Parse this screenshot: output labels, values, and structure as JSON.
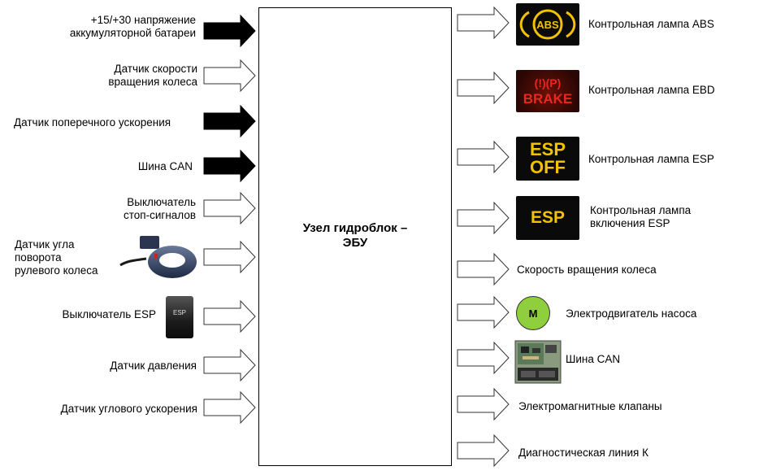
{
  "inputs": [
    {
      "label": "+15/+30 напряжение\nаккумуляторной батареи",
      "arrow": "filled"
    },
    {
      "label": "Датчик скорости\nвращения колеса",
      "arrow": "outline"
    },
    {
      "label": "Датчик поперечного ускорения",
      "arrow": "filled"
    },
    {
      "label": "Шина CAN",
      "arrow": "filled"
    },
    {
      "label": "Выключатель\nстоп-сигналов",
      "arrow": "outline"
    },
    {
      "label": "Датчик угла\nповорота\nрулевого колеса",
      "arrow": "outline"
    },
    {
      "label": "Выключатель ESP",
      "arrow": "outline"
    },
    {
      "label": "Датчик давления",
      "arrow": "outline"
    },
    {
      "label": "Датчик углового ускорения",
      "arrow": "outline"
    }
  ],
  "ecu": {
    "label": "Узел гидроблок –\nЭБУ"
  },
  "outputs": [
    {
      "label": "Контрольная лампа ABS"
    },
    {
      "label": "Контрольная лампа EBD"
    },
    {
      "label": "Контрольная лампа ESP"
    },
    {
      "label": "Контрольная лампа\nвключения ESP"
    },
    {
      "label": "Скорость вращения колеса"
    },
    {
      "label": "Электродвигатель насоса"
    },
    {
      "label": "Шина CAN"
    },
    {
      "label": "Электромагнитные клапаны"
    },
    {
      "label": "Диагностическая линия К"
    }
  ],
  "lamps": {
    "abs": {
      "text": "ABS",
      "color": "#f2c200"
    },
    "ebd": {
      "symbol": "(!)(P)",
      "text": "BRAKE",
      "color": "#e8281e",
      "bg": "#5a0c08"
    },
    "esp_off": {
      "line1": "ESP",
      "line2": "OFF",
      "color": "#f2c200"
    },
    "esp": {
      "text": "ESP",
      "color": "#f2c200"
    }
  },
  "motor": {
    "label": "M",
    "color": "#8fce3c"
  },
  "switch_esp": {
    "text": "ESP"
  }
}
